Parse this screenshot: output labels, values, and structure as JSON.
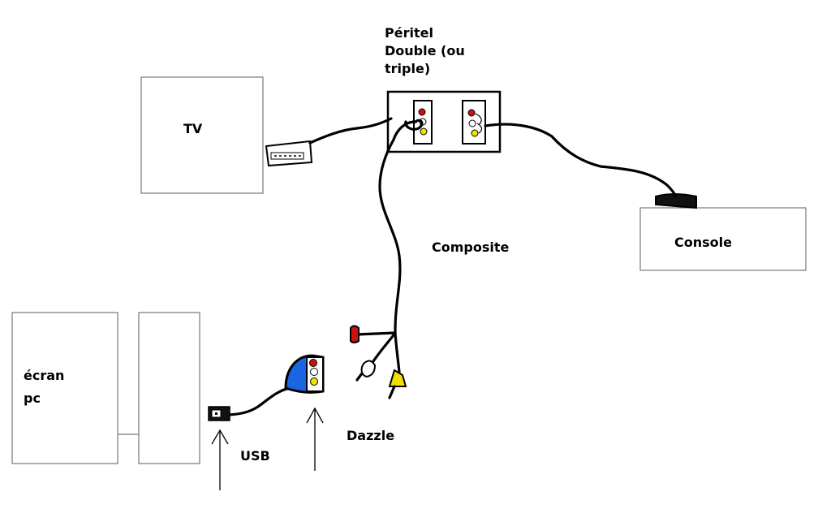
{
  "labels": {
    "peritel": [
      "Péritel",
      "Double (ou",
      "triple)"
    ],
    "tv": "TV",
    "console": "Console",
    "composite": "Composite",
    "ecran": [
      "écran",
      "pc"
    ],
    "usb": "USB",
    "dazzle": "Dazzle"
  },
  "colors": {
    "plug_red": "#cc1111",
    "plug_yellow": "#f2e000",
    "dazzle_blue": "#1a66e0"
  }
}
